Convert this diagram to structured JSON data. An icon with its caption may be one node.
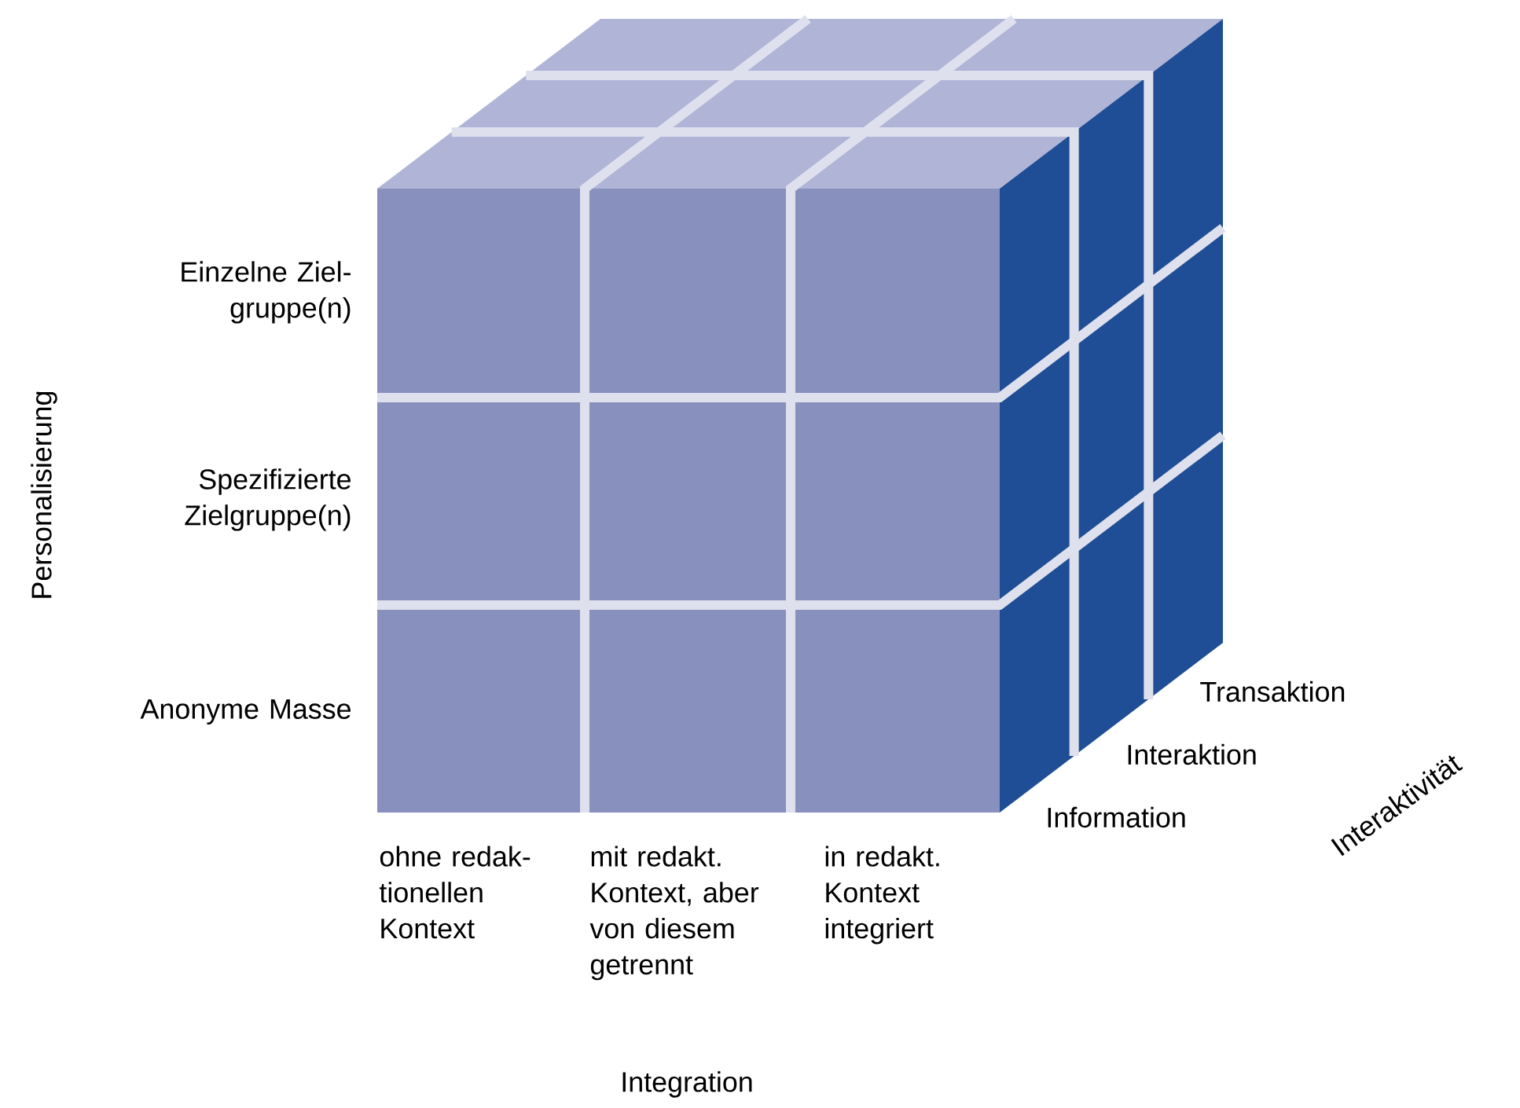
{
  "diagram": {
    "labels": [
      "Einzelne Ziel-gruppe(n)",
      "Spezifizierte Zielgruppe(n)",
      "Anonyme Masse",
      "Personalisierung",
      "Transaktion",
      "Interaktion",
      "Information",
      "Interaktivität",
      "ohne redak-tionellen Kontext",
      "mit redakt. Kontext, aber von diesem getrennt",
      "in redakt. Kontext integriert",
      "Integration"
    ]
  }
}
